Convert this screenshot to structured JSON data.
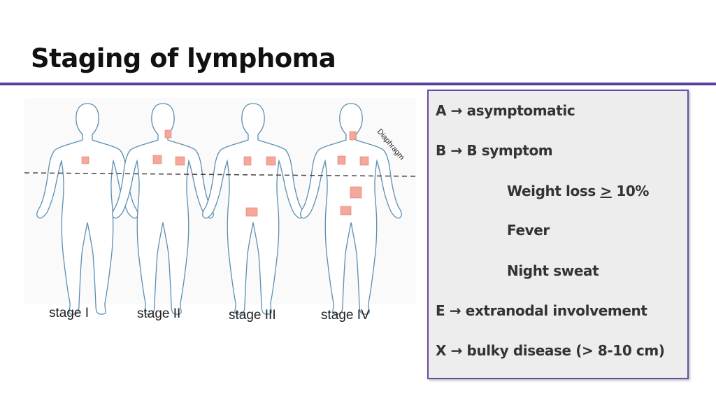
{
  "slide": {
    "title": "Staging of lymphoma",
    "accent_color": "#5b3f9a"
  },
  "figure": {
    "diaphragm_label": "Diaphragm",
    "stages": [
      "stage I",
      "stage II",
      "stage III",
      "stage IV"
    ],
    "node_color": "#f4a79a"
  },
  "panel": {
    "a": {
      "prefix": "A",
      "arrow": "→",
      "text": "asymptomatic"
    },
    "b": {
      "prefix": "B",
      "arrow": "→",
      "text": "B symptom"
    },
    "weight_loss": {
      "text": "Weight loss ",
      "sign": ">",
      "value": " 10%"
    },
    "fever": "Fever",
    "night_sweat": "Night sweat",
    "e": {
      "prefix": "E",
      "arrow": "→",
      "text": "extranodal involvement"
    },
    "x": {
      "prefix": "X",
      "arrow": "→",
      "text": "bulky disease (> 8-10 cm)"
    }
  }
}
